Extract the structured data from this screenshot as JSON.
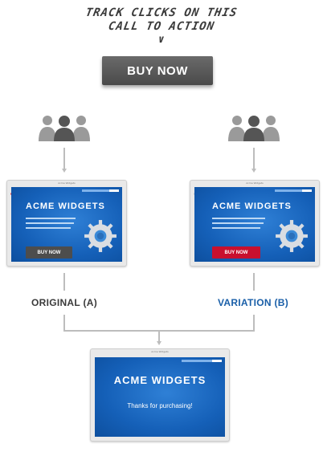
{
  "header": {
    "line1": "TRACK CLICKS ON THIS",
    "line2": "CALL TO ACTION",
    "pointer": "∨"
  },
  "cta_button_label": "BUY NOW",
  "users_icon": "user-group-icon",
  "window_title": "Acme Widgets",
  "original": {
    "site_title": "ACME WIDGETS",
    "button_label": "BUY NOW",
    "button_color": "#4d4d4d",
    "caption": "ORIGINAL (A)",
    "caption_color": "#3a3a3a"
  },
  "variation": {
    "site_title": "ACME WIDGETS",
    "button_label": "BUY NOW",
    "button_color": "#c8102e",
    "caption": "VARIATION (B)",
    "caption_color": "#1a5fa8"
  },
  "result": {
    "site_title": "ACME WIDGETS",
    "message": "Thanks for purchasing!"
  },
  "colors": {
    "screen_blue": "#1560b8",
    "connector": "#bdbdbd",
    "people_dark": "#555555",
    "people_light": "#9a9a9a"
  }
}
